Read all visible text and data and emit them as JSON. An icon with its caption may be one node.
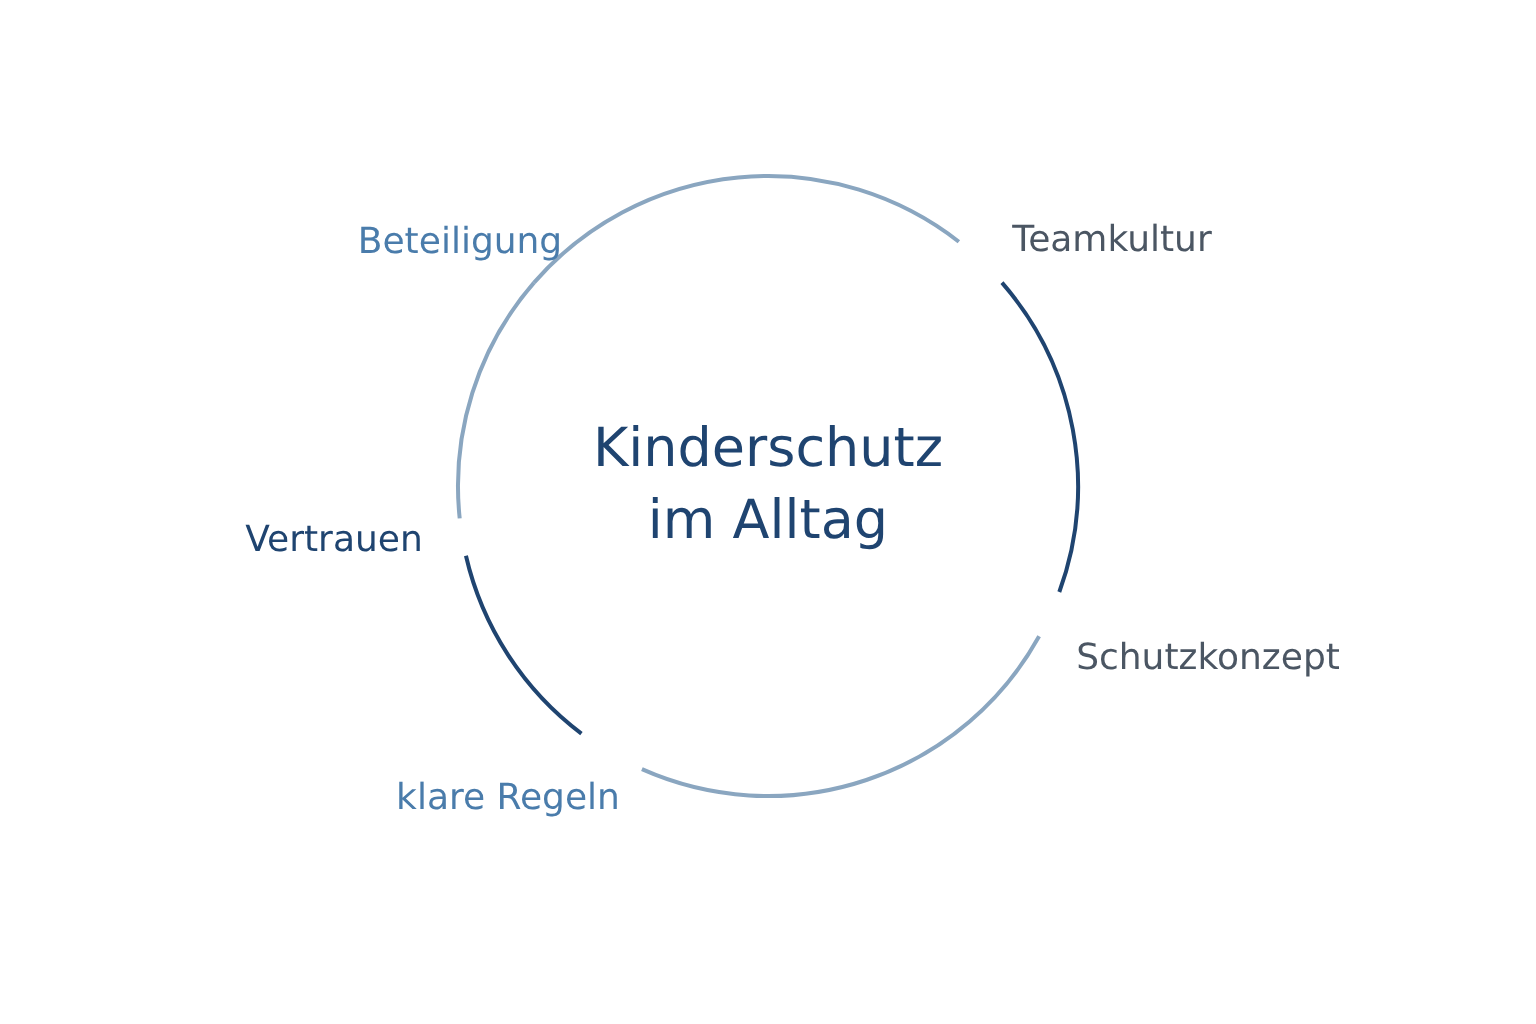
{
  "diagram": {
    "nodes": [
      {
        "text": [
          "Beteiligung"
        ]
      },
      {
        "text": [
          "Teamkultur"
        ]
      },
      {
        "text": [
          "Schutzkonzept"
        ]
      },
      {
        "text": [
          "klare Regeln"
        ]
      },
      {
        "text": [
          "Vertrauen"
        ]
      }
    ],
    "edges": [
      {
        "from": 0,
        "to": 1,
        "arrow": "none"
      },
      {
        "from": 1,
        "to": 2,
        "arrow": "none",
        "color": "#1f4470"
      },
      {
        "from": 2,
        "to": 3,
        "arrow": "none"
      },
      {
        "from": 3,
        "to": 4,
        "arrow": "none",
        "color": "#1f4470"
      },
      {
        "from": 4,
        "to": 0,
        "arrow": "none"
      }
    ],
    "labels": [
      "Kinderschutz im Alltag"
    ]
  }
}
